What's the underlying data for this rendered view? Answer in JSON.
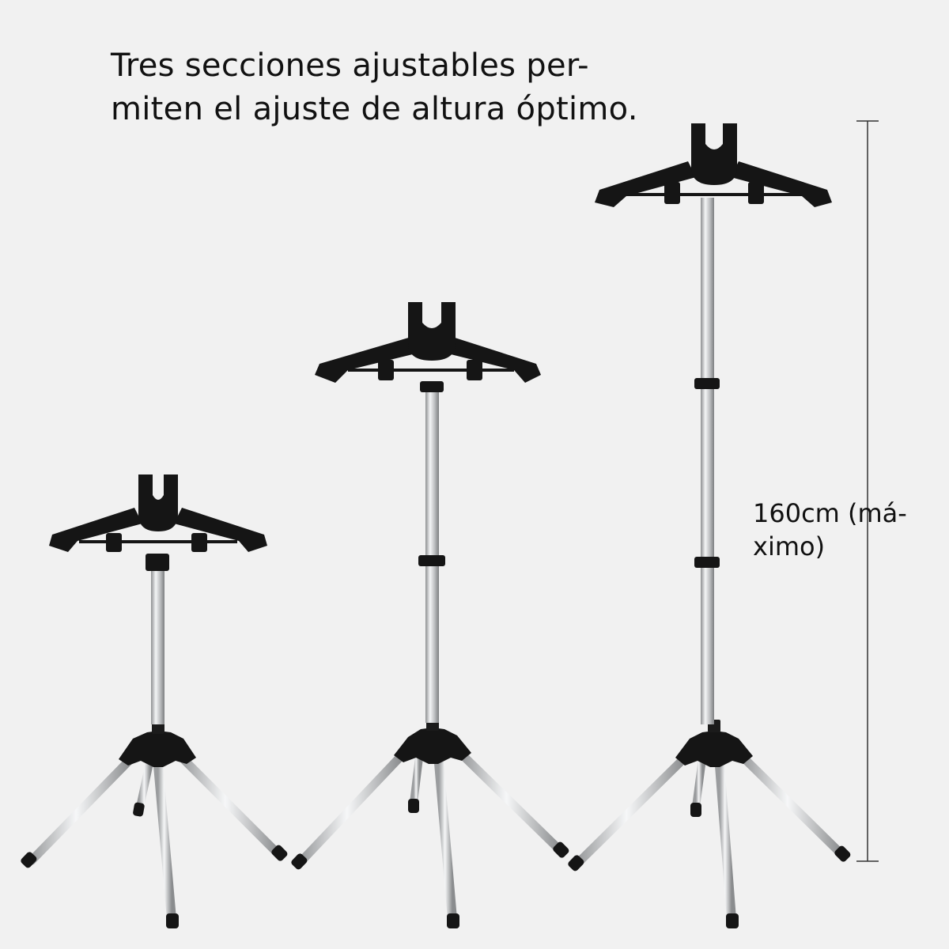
{
  "headline": {
    "line1": "Tres secciones ajustables per-",
    "line2": "miten el ajuste de altura óptimo."
  },
  "height_note": {
    "line1": "160cm (má-",
    "line2": "ximo)"
  },
  "colors": {
    "background": "#f1f1f1",
    "plastic": "#151515",
    "pole": "#c8cacc",
    "dimension_line": "#333333"
  },
  "stands": [
    {
      "name": "compact",
      "extended_sections": 1
    },
    {
      "name": "medium",
      "extended_sections": 2
    },
    {
      "name": "tall",
      "extended_sections": 3
    }
  ]
}
